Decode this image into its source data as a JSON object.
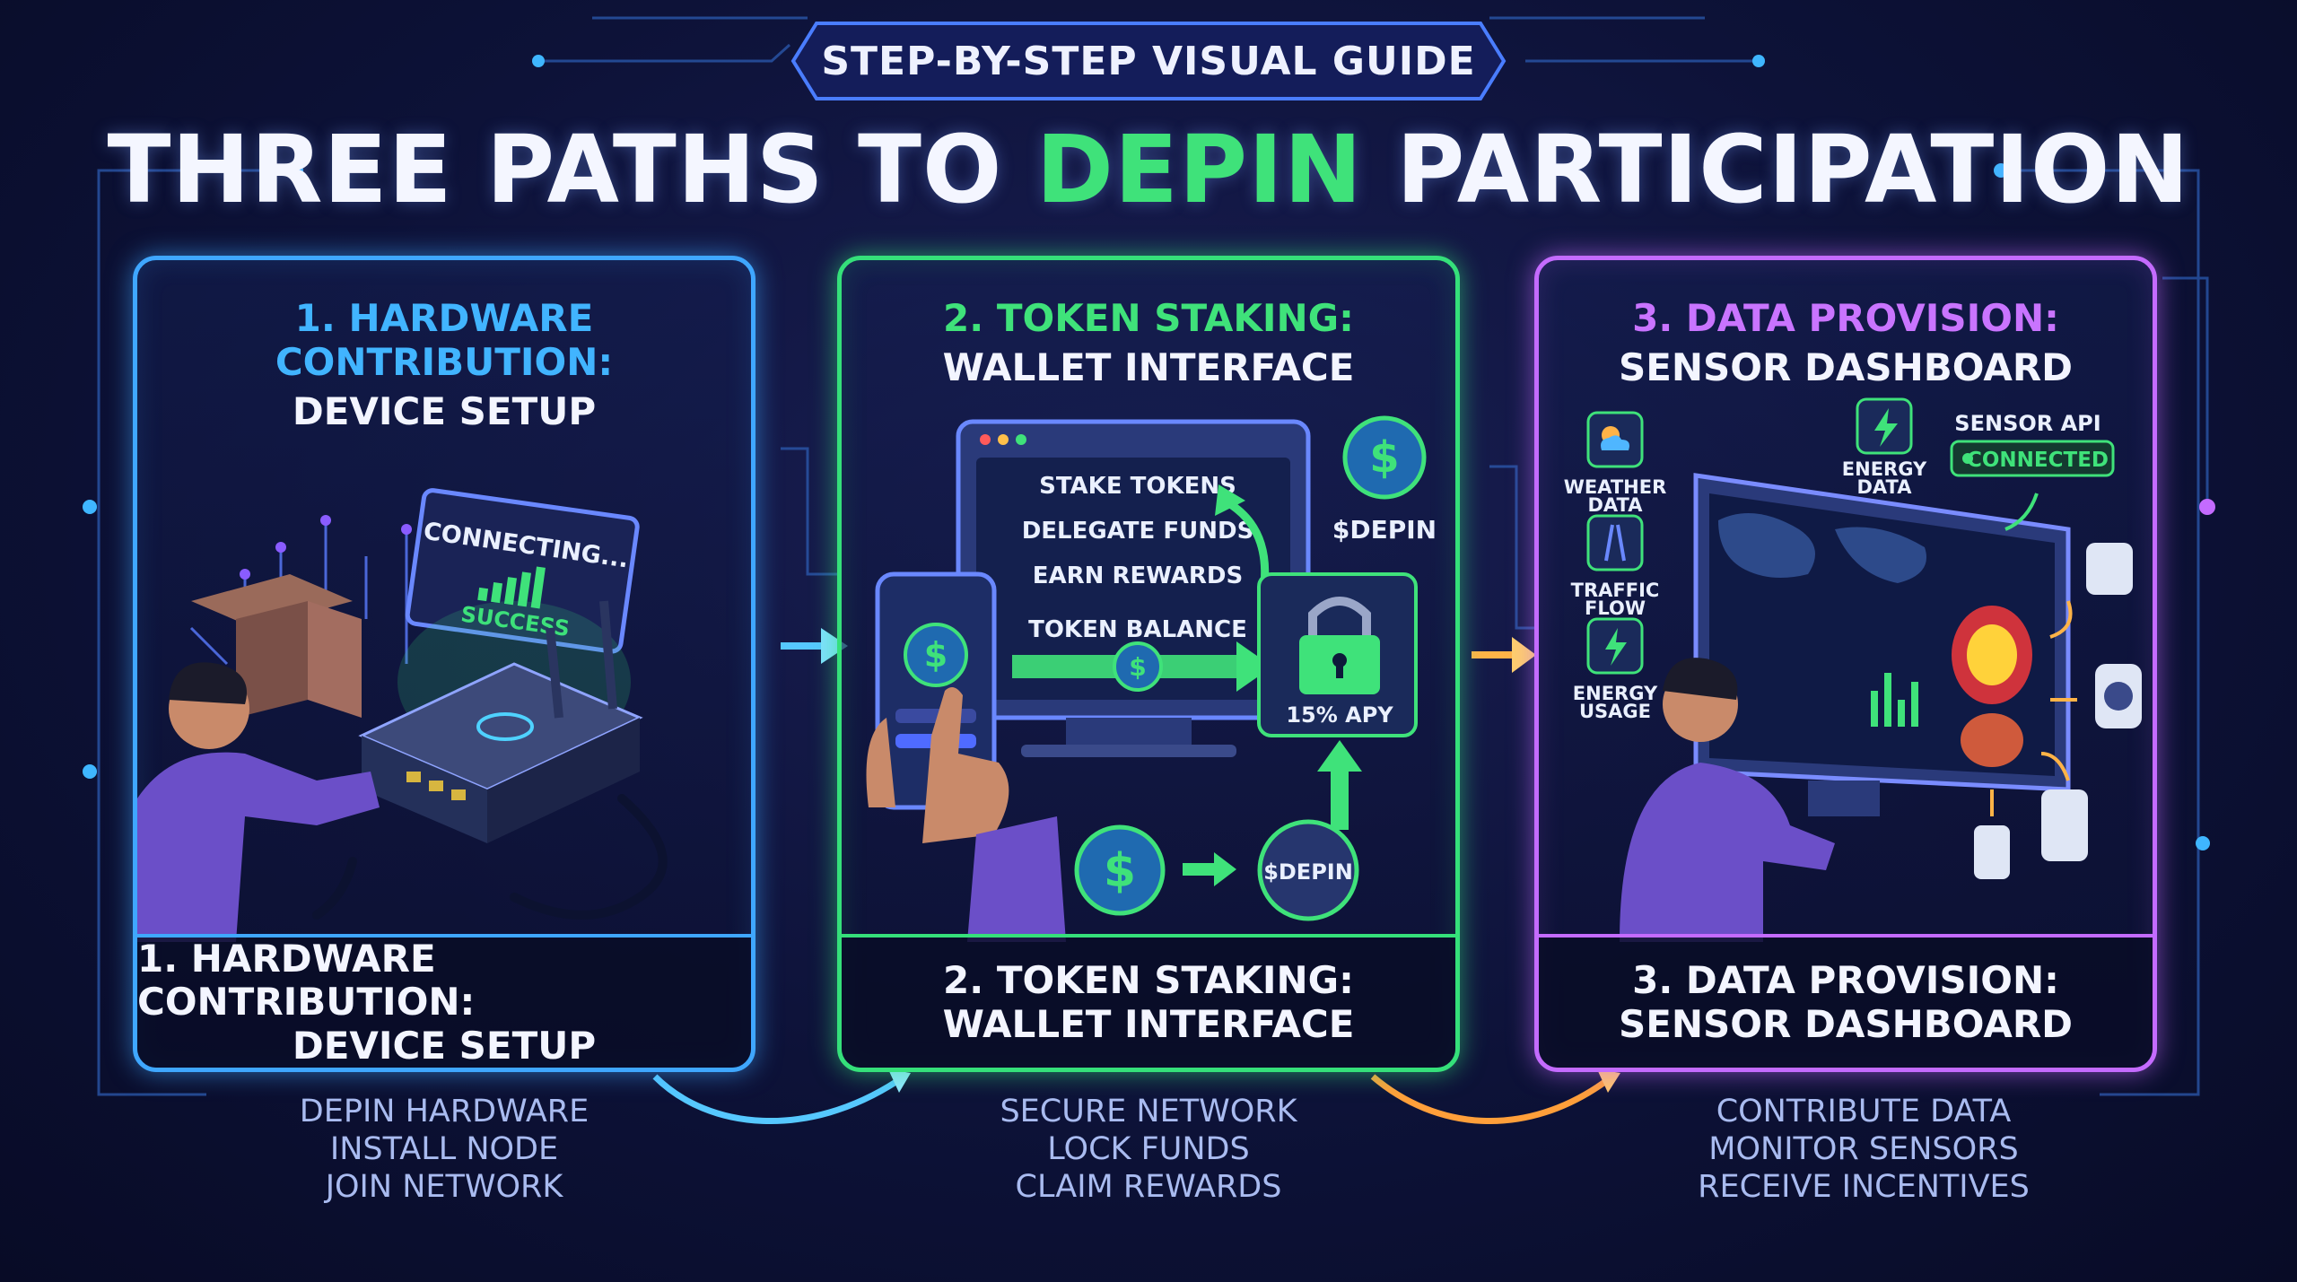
{
  "header": {
    "badge": "STEP-BY-STEP VISUAL GUIDE",
    "title_part1": "THREE PATHS TO ",
    "title_accent": "DEPIN",
    "title_part2": " PARTICIPATION"
  },
  "colors": {
    "hardware": "#3fa7ff",
    "staking": "#35e07a",
    "data": "#c46bff",
    "accent_green": "#3fe27a",
    "background": "#0d1238"
  },
  "panels": [
    {
      "heading_line1": "1. HARDWARE CONTRIBUTION:",
      "heading_line2": "DEVICE SETUP",
      "screen_status": "CONNECTING...",
      "screen_result": "SUCCESS",
      "footer_line1": "1. HARDWARE CONTRIBUTION:",
      "footer_line2": "DEVICE SETUP",
      "bullets": [
        "DEPIN HARDWARE",
        "INSTALL NODE",
        "JOIN NETWORK"
      ]
    },
    {
      "heading_line1": "2. TOKEN STAKING:",
      "heading_line2": "WALLET INTERFACE",
      "menu": [
        "STAKE TOKENS",
        "DELEGATE FUNDS",
        "EARN REWARDS",
        "TOKEN BALANCE"
      ],
      "token_label": "$DEPIN",
      "apy": "15% APY",
      "coin_label": "$DEPIN",
      "footer_line1": "2. TOKEN STAKING:",
      "footer_line2": "WALLET INTERFACE",
      "bullets": [
        "SECURE NETWORK",
        "LOCK FUNDS",
        "CLAIM REWARDS"
      ]
    },
    {
      "heading_line1": "3. DATA PROVISION:",
      "heading_line2": "SENSOR DASHBOARD",
      "sensors": [
        {
          "line1": "WEATHER",
          "line2": "DATA"
        },
        {
          "line1": "TRAFFIC",
          "line2": "FLOW"
        },
        {
          "line1": "ENERGY",
          "line2": "USAGE"
        }
      ],
      "energy_label1": "ENERGY",
      "energy_label2": "DATA",
      "api_label": "SENSOR API",
      "api_status": "CONNECTED",
      "footer_line1": "3. DATA PROVISION:",
      "footer_line2": "SENSOR DASHBOARD",
      "bullets": [
        "CONTRIBUTE DATA",
        "MONITOR SENSORS",
        "RECEIVE INCENTIVES"
      ]
    }
  ]
}
